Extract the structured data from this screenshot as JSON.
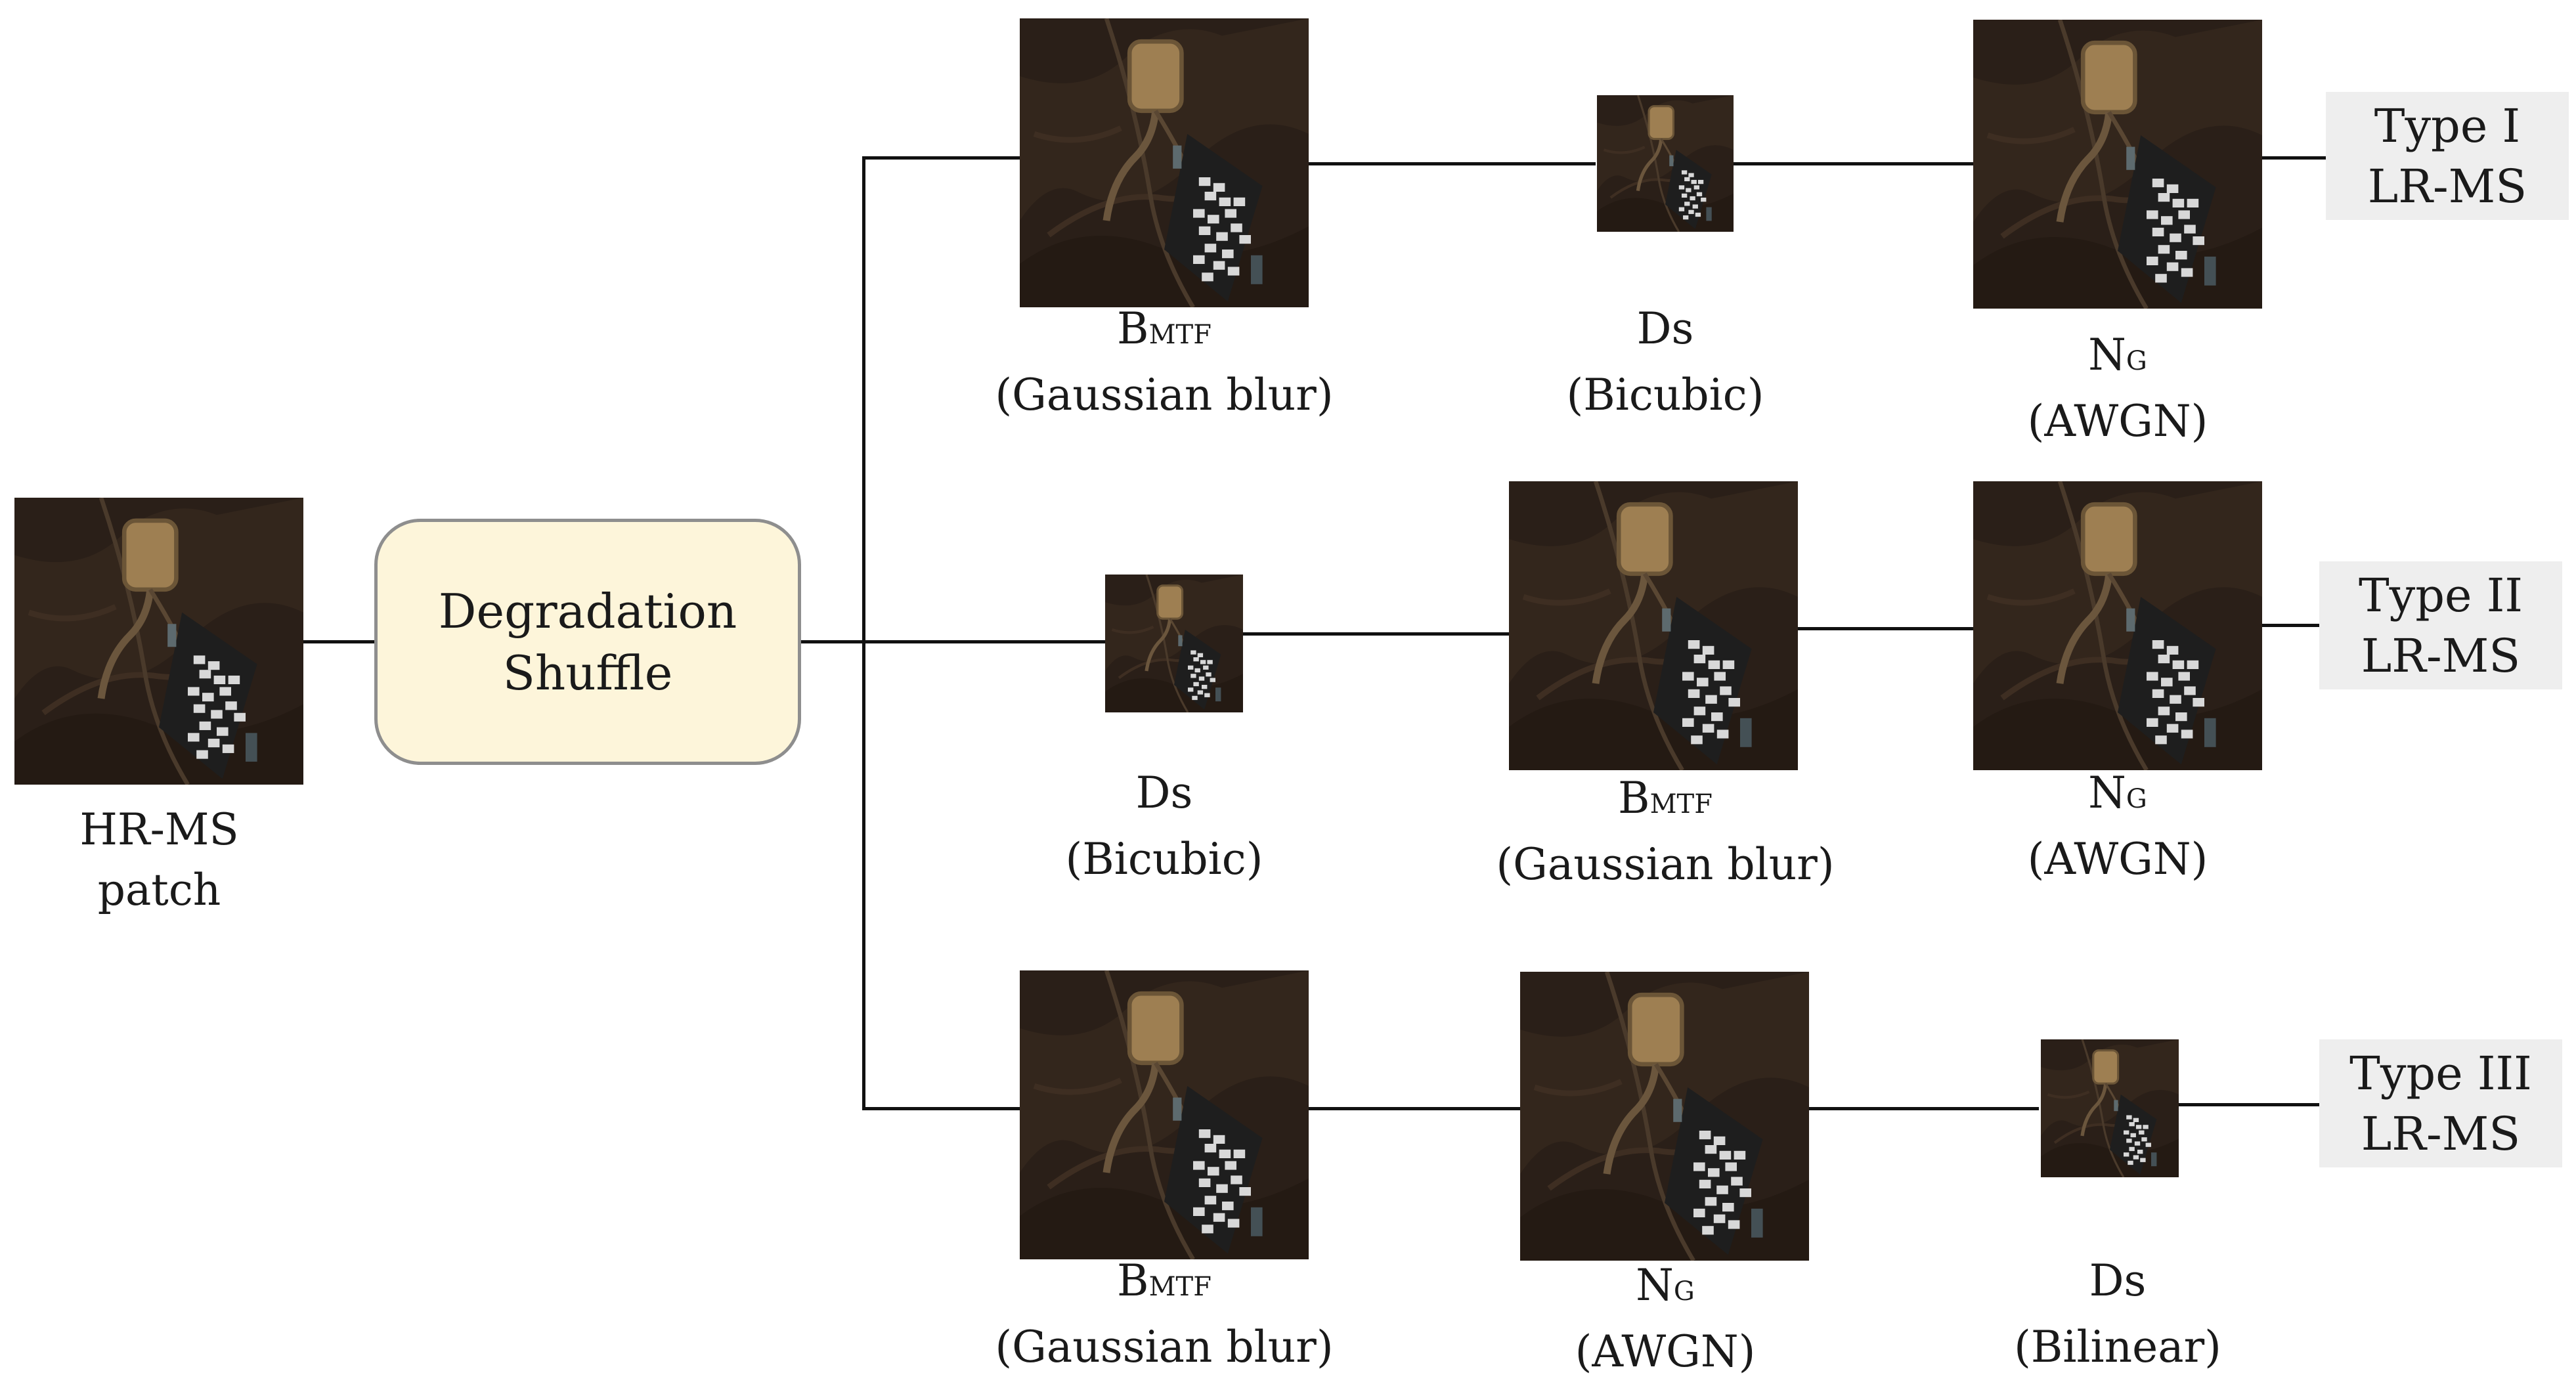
{
  "input": {
    "line1": "HR-MS",
    "line2": "patch",
    "thumbnail": "satellite-image-patch"
  },
  "shuffle": {
    "line1": "Degradation",
    "line2": "Shuffle"
  },
  "branches": [
    {
      "steps": [
        {
          "main": "B",
          "sub": "MTF",
          "method": "(Gaussian blur)"
        },
        {
          "main": "Ds",
          "sub": "",
          "method": "(Bicubic)"
        },
        {
          "main": "N",
          "sub": "G",
          "method": "(AWGN)"
        }
      ],
      "output": {
        "line1": "Type I",
        "line2": "LR-MS"
      }
    },
    {
      "steps": [
        {
          "main": "Ds",
          "sub": "",
          "method": "(Bicubic)"
        },
        {
          "main": "B",
          "sub": "MTF",
          "method": "(Gaussian blur)"
        },
        {
          "main": "N",
          "sub": "G",
          "method": "(AWGN)"
        }
      ],
      "output": {
        "line1": "Type II",
        "line2": "LR-MS"
      }
    },
    {
      "steps": [
        {
          "main": "B",
          "sub": "MTF",
          "method": "(Gaussian blur)"
        },
        {
          "main": "N",
          "sub": "G",
          "method": "(AWGN)"
        },
        {
          "main": "Ds",
          "sub": "",
          "method": "(Bilinear)"
        }
      ],
      "output": {
        "line1": "Type III",
        "line2": "LR-MS"
      }
    }
  ]
}
